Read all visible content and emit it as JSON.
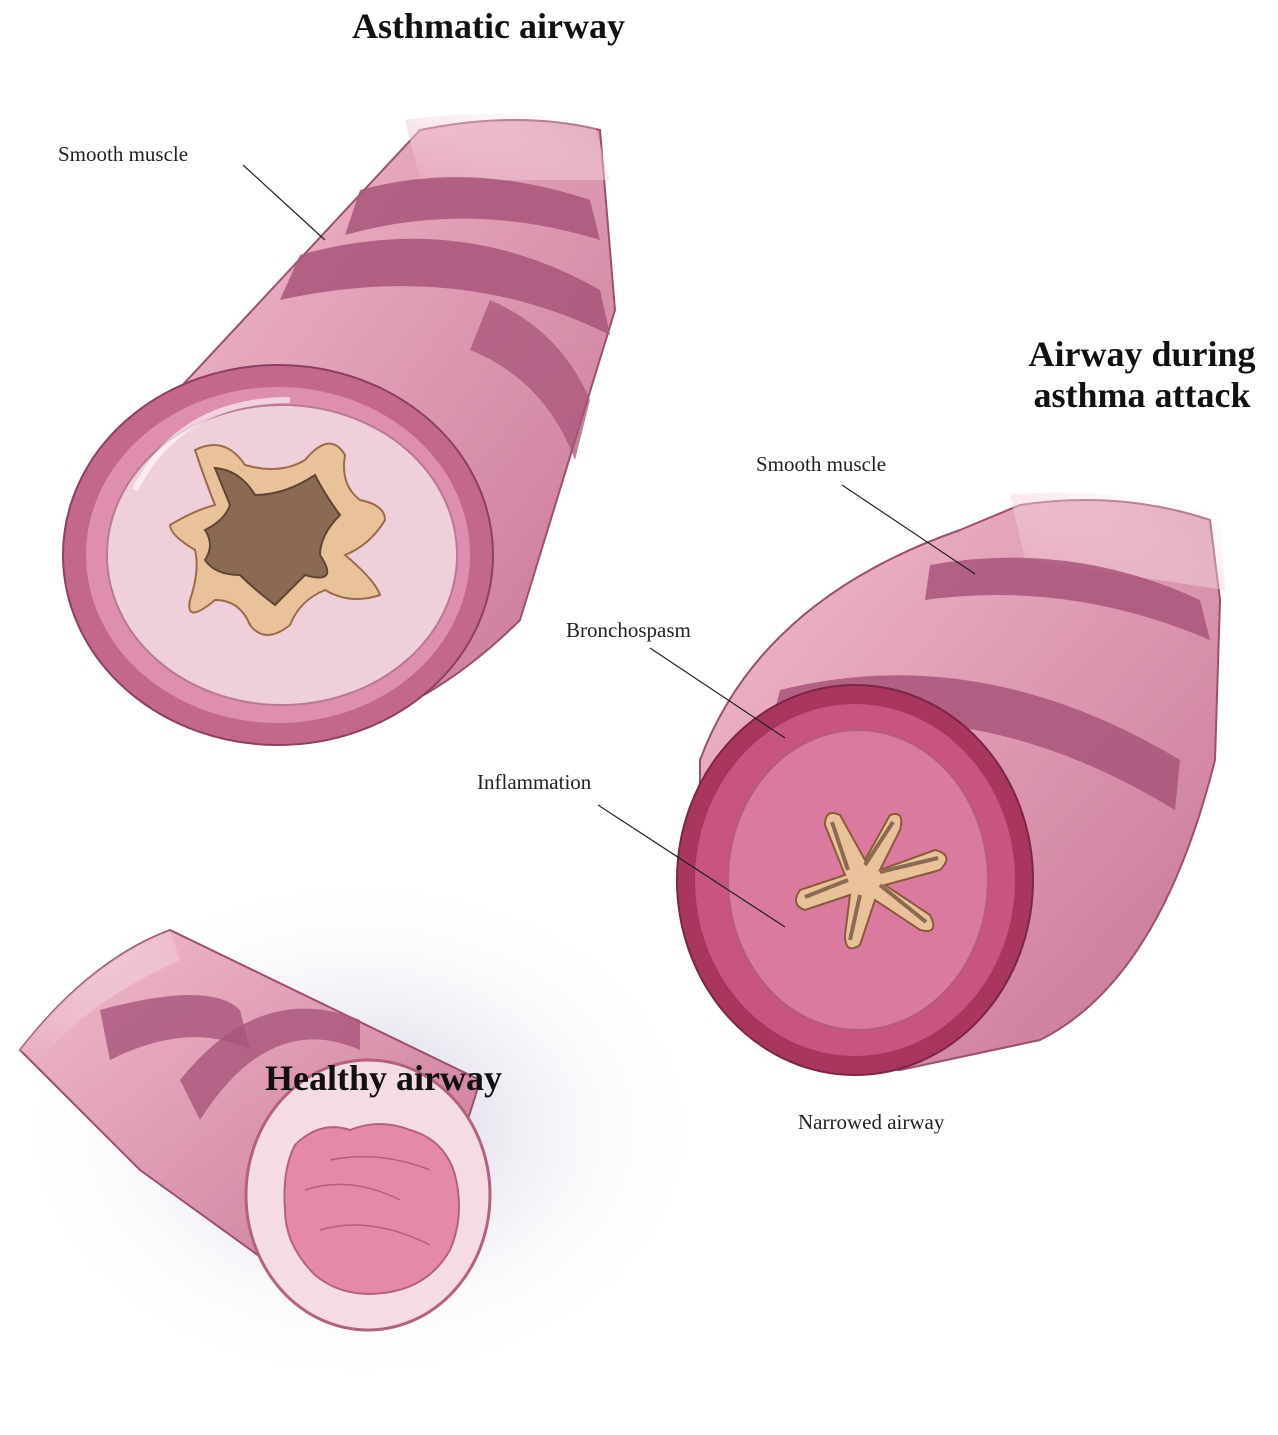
{
  "titles": {
    "asthmatic": "Asthmatic airway",
    "attack_line1": "Airway during",
    "attack_line2": "asthma attack",
    "healthy": "Healthy airway"
  },
  "labels": {
    "smooth_muscle_1": "Smooth muscle",
    "smooth_muscle_2": "Smooth muscle",
    "bronchospasm": "Bronchospasm",
    "inflammation": "Inflammation",
    "narrowed": "Narrowed airway"
  },
  "colors": {
    "tube": "#e6a3b8",
    "tube_dark": "#b5607f",
    "muscle_band": "#a8557a",
    "lumen_pale": "#efd0da",
    "mucus": "#e9c29a",
    "lumen_dark": "#8a6a52",
    "inflamed": "#d97a9e",
    "inflamed_rim": "#a8365f",
    "shadow": "#cfc3dc"
  }
}
